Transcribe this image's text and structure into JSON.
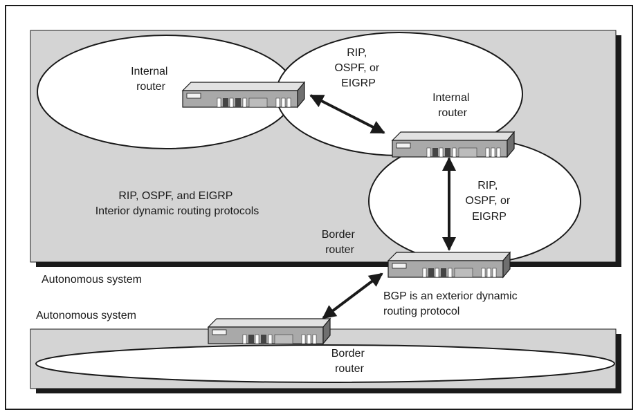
{
  "labels": {
    "internal_router_1": [
      "Internal",
      "router"
    ],
    "protocols_1": [
      "RIP,",
      "OSPF, or",
      "EIGRP"
    ],
    "internal_router_2": [
      "Internal",
      "router"
    ],
    "protocols_2": [
      "RIP,",
      "OSPF, or",
      "EIGRP"
    ],
    "interior_note": [
      "RIP, OSPF, and EIGRP",
      "Interior dynamic routing protocols"
    ],
    "border_router_upper": [
      "Border",
      "router"
    ],
    "as_upper": "Autonomous system",
    "bgp_note": [
      "BGP is an exterior dynamic",
      "routing protocol"
    ],
    "as_lower": "Autonomous system",
    "border_router_lower": [
      "Border",
      "router"
    ]
  },
  "colors": {
    "as_fill": "#d4d4d4",
    "shadow": "#1a1a1a",
    "router_top": "#e2e2e2",
    "router_front": "#a9a9a9",
    "router_side": "#6f6f6f"
  }
}
